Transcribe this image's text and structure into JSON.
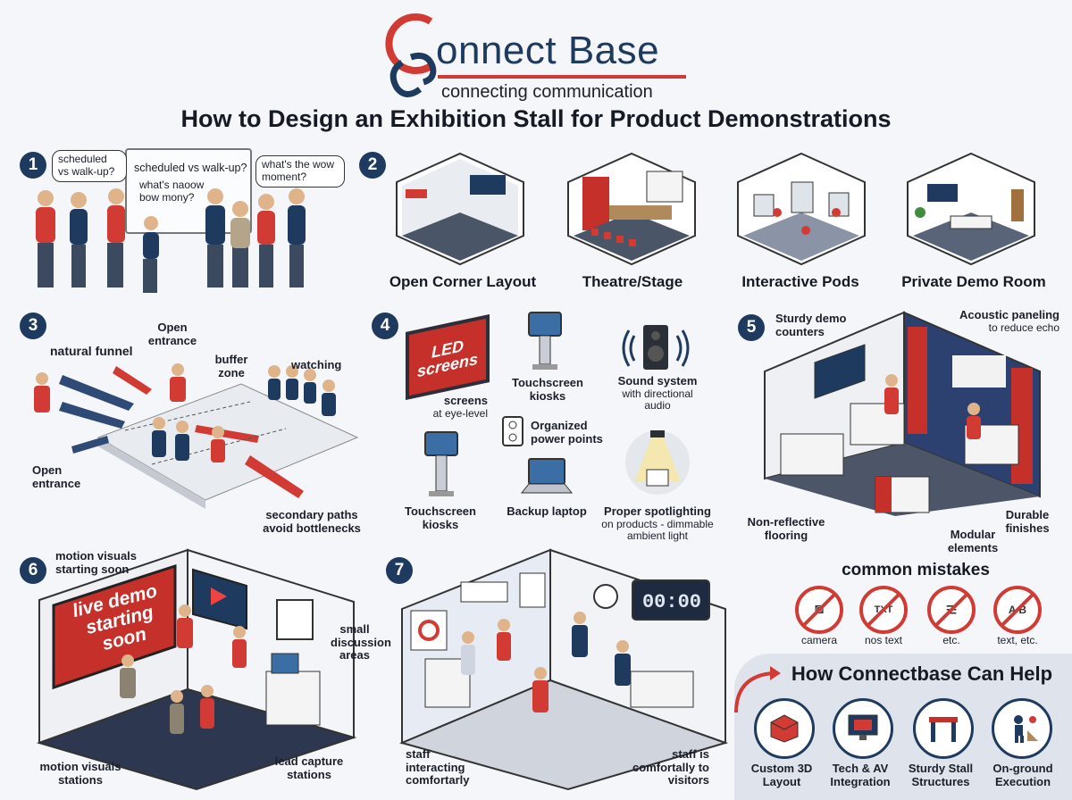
{
  "logo": {
    "brand": "onnect Base",
    "brand_initial": "C",
    "tagline": "connecting communication"
  },
  "title": "How to Design an Exhibition Stall for Product Demonstrations",
  "section1": {
    "number": "1",
    "bubbles": [
      "scheduled vs walk-up?",
      "scheduled vs walk-up?",
      "what's naoow bow mony?",
      "what's the wow moment?"
    ]
  },
  "section2": {
    "number": "2",
    "layouts": [
      "Open Corner Layout",
      "Theatre/Stage",
      "Interactive Pods",
      "Private Demo Room"
    ]
  },
  "section3": {
    "number": "3",
    "labels": [
      "natural funnel",
      "Open entrance",
      "buffer zone",
      "watching",
      "Open entrance",
      "secondary paths avoid bottlenecks"
    ]
  },
  "section4": {
    "number": "4",
    "led_text": "LED screens",
    "screens_label": "screens",
    "screens_sub": "at eye-level",
    "kiosk_top": "Touchscreen kiosks",
    "sound_label": "Sound system",
    "sound_sub": "with directional audio",
    "power_label": "Organized power points",
    "kiosk_bottom": "Touchscreen kiosks",
    "laptop_label": "Backup laptop",
    "spot_label": "Proper spotlighting",
    "spot_sub": "on products - dimmable ambient light"
  },
  "section5": {
    "number": "5",
    "counters": "Sturdy demo counters",
    "acoustic": "Acoustic paneling",
    "acoustic_sub": "to reduce echo",
    "flooring": "Non-reflective flooring",
    "modular": "Modular elements",
    "durable": "Durable finishes"
  },
  "mistakes": {
    "heading": "common mistakes",
    "items": [
      {
        "label": "camera",
        "icon": "camera-icon",
        "glyph": "◙"
      },
      {
        "label": "nos text",
        "icon": "text-window-icon",
        "glyph": "TXT"
      },
      {
        "label": "etc.",
        "icon": "document-icon",
        "glyph": "≡"
      },
      {
        "label": "text, etc.",
        "icon": "letters-icon",
        "glyph": "A B"
      }
    ]
  },
  "section6": {
    "number": "6",
    "motion_top": "motion visuals starting soon",
    "screen_text": "live demo starting soon",
    "discussion": "small discussion areas",
    "motion_bottom": "motion visuals stations",
    "lead": "lead capture stations"
  },
  "section7": {
    "number": "7",
    "clock_text": "00:00",
    "staff_left": "staff interacting comfortarly",
    "staff_right": "staff is comfortally to visitors"
  },
  "help": {
    "heading": "How Connectbase Can Help",
    "items": [
      {
        "label": "Custom 3D Layout",
        "icon": "cube-icon"
      },
      {
        "label": "Tech & AV Integration",
        "icon": "monitor-icon"
      },
      {
        "label": "Sturdy Stall Structures",
        "icon": "truss-icon"
      },
      {
        "label": "On-ground Execution",
        "icon": "worker-icon"
      }
    ]
  },
  "colors": {
    "navy": "#1e3a5f",
    "red": "#d23a34",
    "background": "#f4f6f9"
  }
}
